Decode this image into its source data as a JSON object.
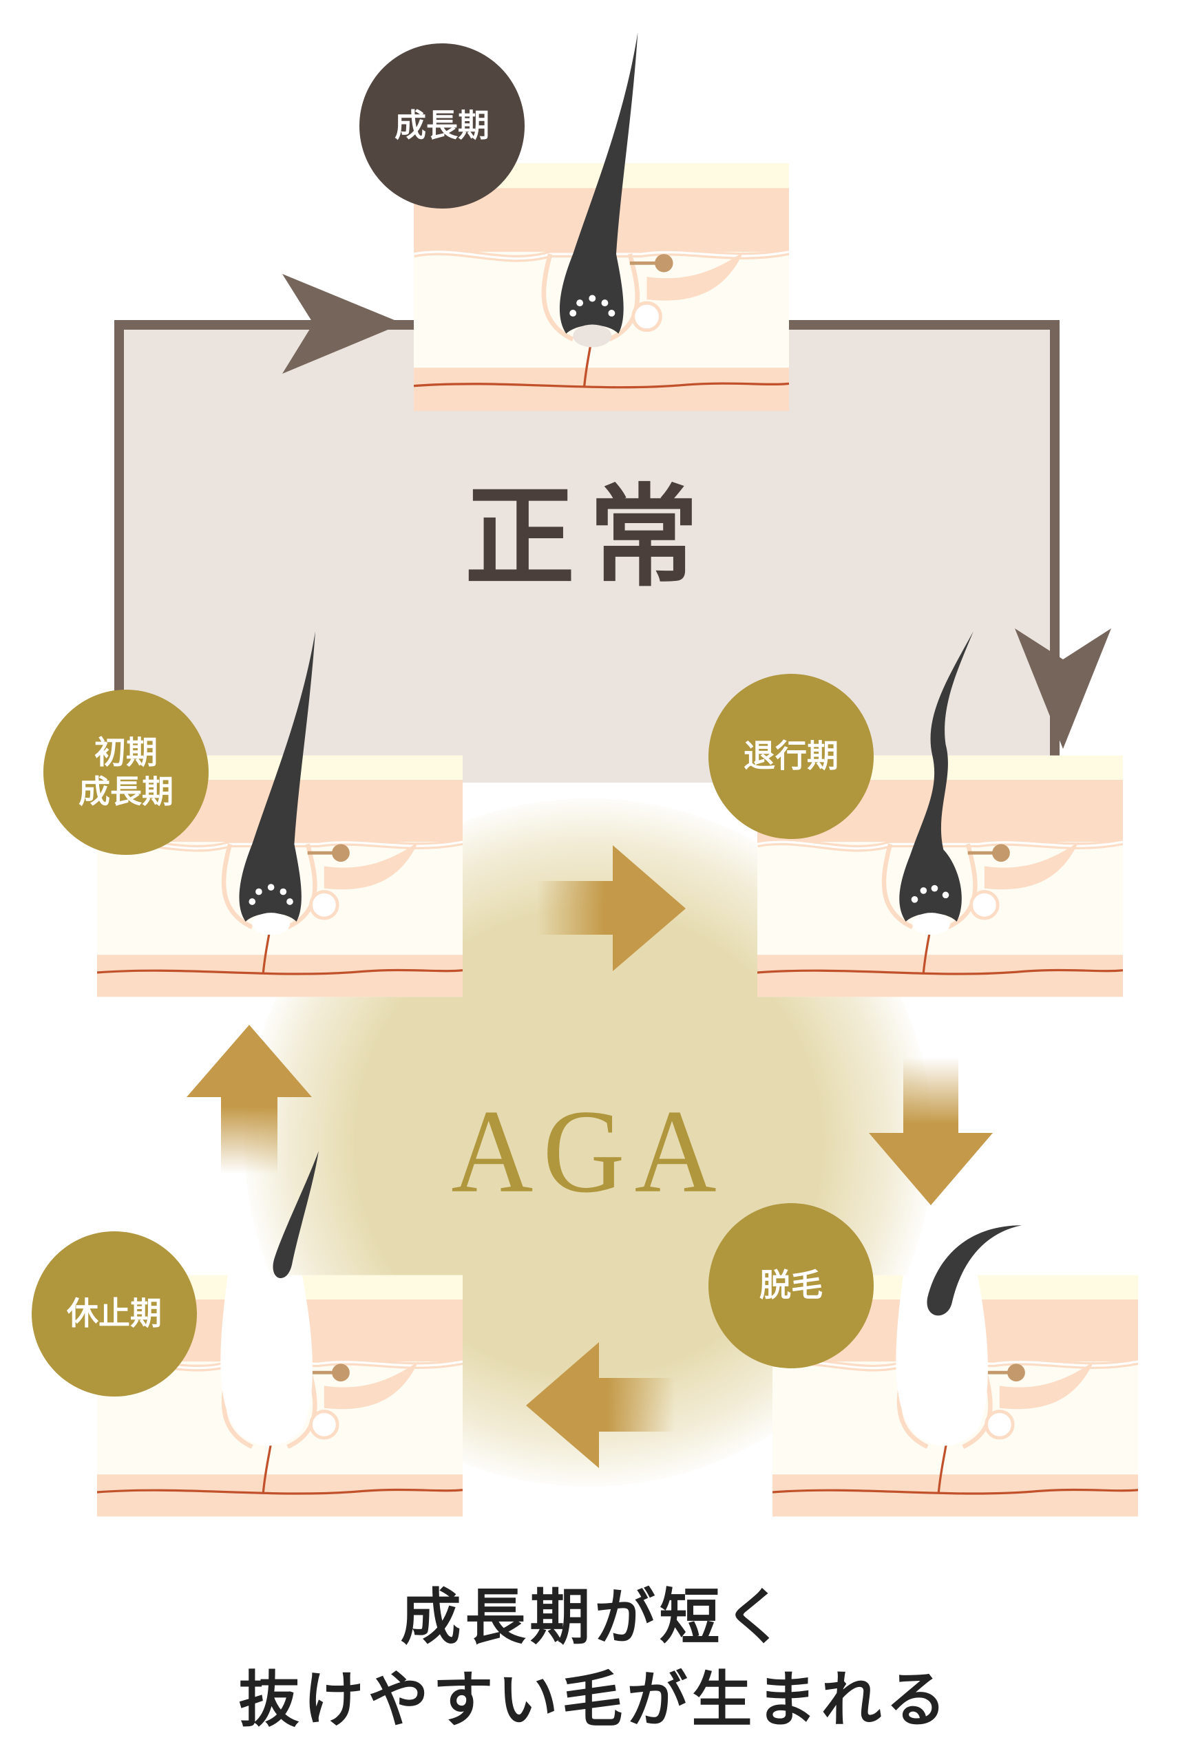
{
  "cycle": {
    "normal_label": "正常",
    "aga_label": "AGA",
    "stages": {
      "growth": "成長期",
      "early_growth_line1": "初期",
      "early_growth_line2": "成長期",
      "catagen": "退行期",
      "shedding": "脱毛",
      "telogen": "休止期"
    }
  },
  "caption": {
    "line1": "成長期が短く",
    "line2": "抜けやすい毛が生まれる"
  },
  "colors": {
    "normal_box": "#ebe4de",
    "normal_outline": "#76655a",
    "growth_badge": "#524640",
    "aga_badge": "#b0963c",
    "aga_arrow": "#c49a4a",
    "skin_pink": "#fcdcc5",
    "hair": "#3a3a3a"
  }
}
